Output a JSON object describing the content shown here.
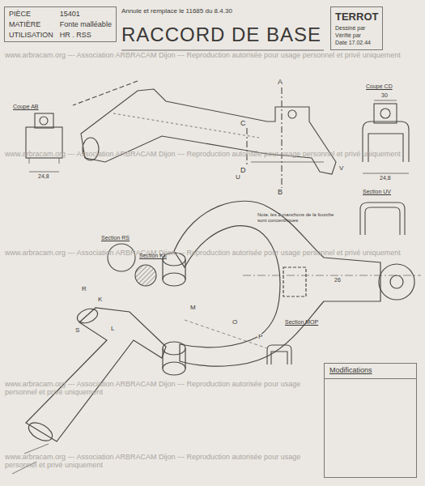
{
  "diagram": {
    "title": "RACCORD DE BASE",
    "nodes": [
      {
        "text": [
          "PIÈCE",
          "15401",
          "MATIÈRE",
          "Fonte malléable",
          "UTILISATION",
          "HR . RSS"
        ]
      },
      {
        "text": [
          "TERROT",
          "Dessiné par",
          "Vérifié par",
          "Date 17.02.44"
        ]
      },
      {
        "text": [
          "Modifications"
        ]
      }
    ],
    "labels": [
      "Annule et remplace le 11685 du 8.4.30",
      "Coupe AB",
      "Coupe CD",
      "Section UV",
      "Section RS",
      "Section KL",
      "Section MOP",
      "Nota: les 2 manchons de la fourche sont concentriques",
      "A",
      "B",
      "C",
      "D",
      "U",
      "V",
      "R",
      "K",
      "S",
      "L",
      "M",
      "O",
      "P",
      "30",
      "24,8",
      "24,8",
      "26",
      "www.arbracam.org --- Association ARBRACAM Dijon --- Reproduction autorisée pour usage personnel et privé uniquement",
      "www.arbracam.org --- Association ARBRACAM Dijon --- Reproduction autorisée pour usage personnel et privé uniquement",
      "www.arbracam.org --- Association ARBRACAM Dijon --- Reproduction autorisée pour usage personnel et privé uniquement",
      "www.arbracam.org --- Association ARBRACAM Dijon --- Reproduction autorisée pour usage personnel et privé uniquement",
      "www.arbracam.org --- Association ARBRACAM Dijon --- Reproduction autorisée pour usage personnel et privé uniquement"
    ]
  }
}
